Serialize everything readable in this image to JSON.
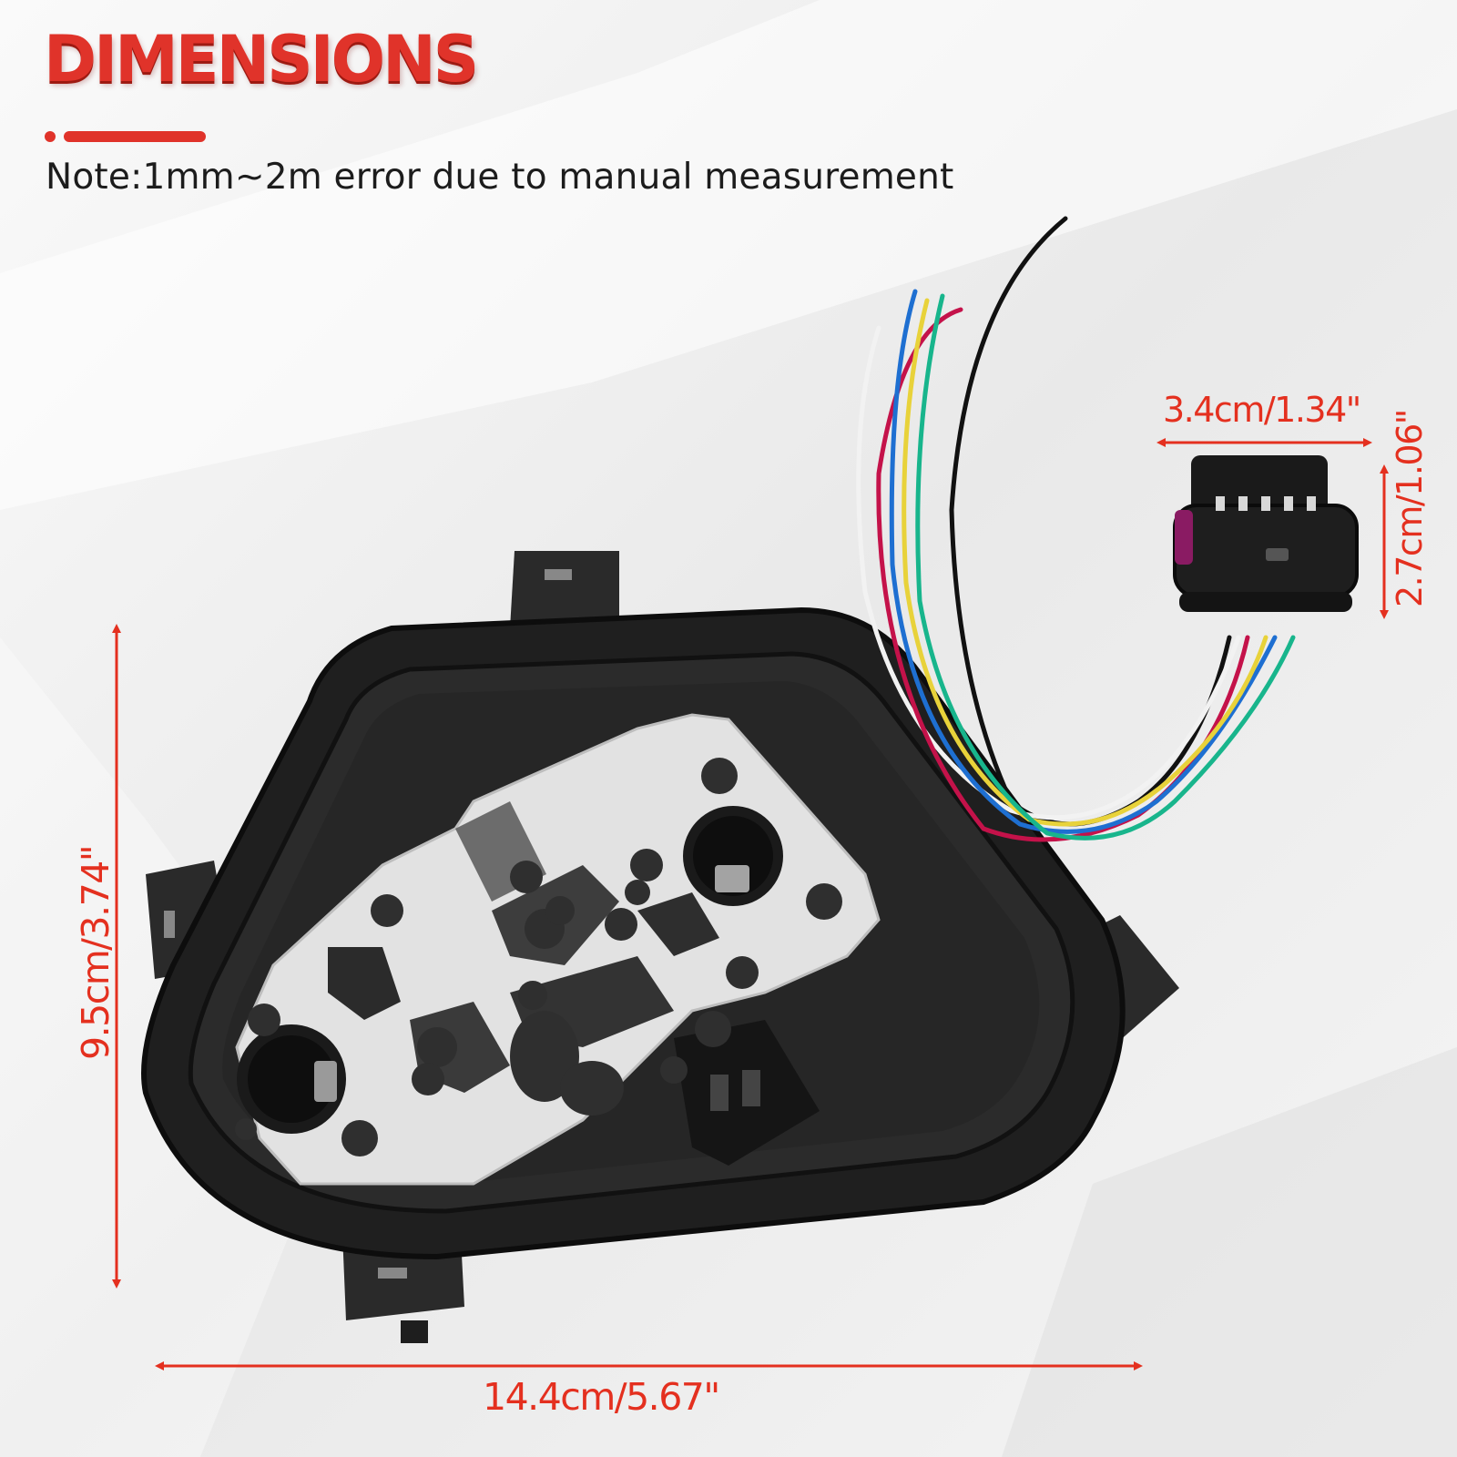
{
  "header": {
    "title": "DIMENSIONS",
    "note": "Note:1mm~2m error due to manual measurement"
  },
  "dimensions": {
    "width": "14.4cm/5.67\"",
    "height": "9.5cm/3.74\"",
    "connector_width": "3.4cm/1.34\"",
    "connector_height": "2.7cm/1.06\""
  },
  "colors": {
    "accent": "#e0332a",
    "dimension_line": "#e4301f",
    "housing": "#1c1c1c",
    "plate": "#e6e6e6"
  },
  "wire_colors": [
    "#111111",
    "#f2f2f2",
    "#c4124a",
    "#1e6fd1",
    "#e8d23a",
    "#18b58c"
  ]
}
